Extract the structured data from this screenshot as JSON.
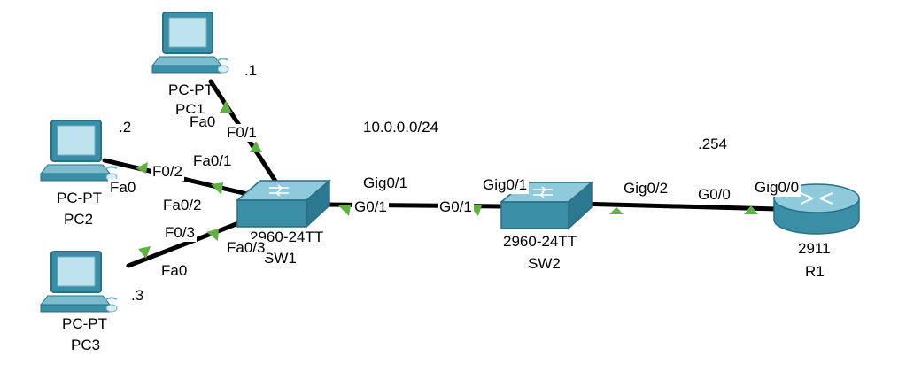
{
  "network": {
    "subnet": "10.0.0.0/24"
  },
  "devices": {
    "pc1": {
      "model": "PC-PT",
      "name": "PC1",
      "address": ".1",
      "port": "Fa0"
    },
    "pc2": {
      "model": "PC-PT",
      "name": "PC2",
      "address": ".2",
      "port": "Fa0"
    },
    "pc3": {
      "model": "PC-PT",
      "name": "PC3",
      "address": ".3",
      "port": "Fa0"
    },
    "sw1": {
      "model": "2960-24TT",
      "name": "SW1"
    },
    "sw2": {
      "model": "2960-24TT",
      "name": "SW2"
    },
    "r1": {
      "model": "2911",
      "name": "R1",
      "address": ".254"
    }
  },
  "port_labels": {
    "sw1_f01_short": "F0/1",
    "sw1_fa01": "Fa0/1",
    "sw1_f02_short": "F0/2",
    "sw1_fa02": "Fa0/2",
    "sw1_f03_short": "F0/3",
    "sw1_fa03": "Fa0/3",
    "sw1_g01_short": "G0/1",
    "sw1_gig01": "Gig0/1",
    "sw2_g01_short": "G0/1",
    "sw2_gig01": "Gig0/1",
    "sw2_gig02": "Gig0/2",
    "r1_g00_short": "G0/0",
    "r1_gig00": "Gig0/0"
  },
  "colors": {
    "cable": "#000000",
    "link_up": "#62b043",
    "device_teal": "#3a8fa6",
    "device_light": "#8ecadb"
  },
  "icons": [
    "pc-icon",
    "switch-icon",
    "router-icon"
  ]
}
